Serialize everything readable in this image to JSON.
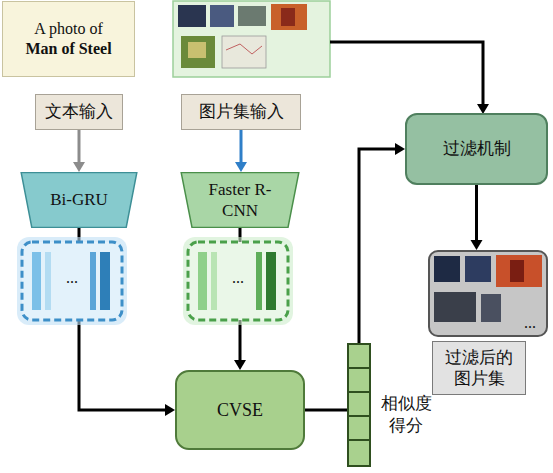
{
  "diagram": {
    "nodes": [
      {
        "text": [
          "A photo of",
          "Man of Steel"
        ]
      },
      {
        "text": [
          "文本输入"
        ]
      },
      {
        "text": [
          "图片集输入"
        ]
      },
      {
        "text": [
          "Bi-GRU"
        ]
      },
      {
        "text": [
          "Faster R-CNN"
        ]
      },
      {
        "text": [
          "CVSE"
        ]
      },
      {
        "text": [
          "过滤机制"
        ]
      },
      {
        "text": [
          "..."
        ]
      },
      {
        "text": [
          "过滤后的 图片集"
        ]
      }
    ],
    "edges": [
      {
        "from": 1,
        "to": 3,
        "arrow": "to"
      },
      {
        "from": 2,
        "to": 4,
        "arrow": "to"
      },
      {
        "from": 3,
        "to": 5,
        "arrow": "to"
      },
      {
        "from": 4,
        "to": 5,
        "arrow": "to"
      },
      {
        "from": 5,
        "to": 6,
        "arrow": "to"
      },
      {
        "from": 6,
        "to": 7,
        "arrow": "to"
      }
    ],
    "labels": [
      "...",
      "...",
      "相似度 得分"
    ]
  }
}
